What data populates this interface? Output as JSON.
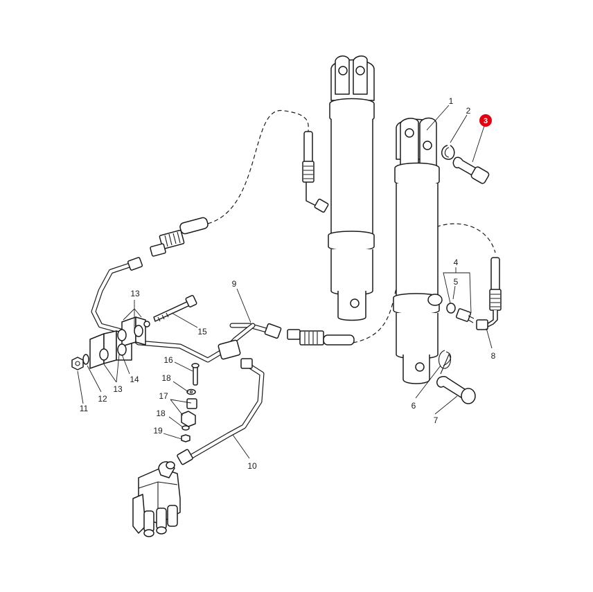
{
  "callouts": [
    {
      "id": "c1",
      "label": "1"
    },
    {
      "id": "c2",
      "label": "2"
    },
    {
      "id": "c3",
      "label": "3",
      "highlighted": true
    },
    {
      "id": "c4",
      "label": "4"
    },
    {
      "id": "c5",
      "label": "5"
    },
    {
      "id": "c6",
      "label": "6"
    },
    {
      "id": "c7",
      "label": "7"
    },
    {
      "id": "c8",
      "label": "8"
    },
    {
      "id": "c9",
      "label": "9"
    },
    {
      "id": "c10",
      "label": "10"
    },
    {
      "id": "c11",
      "label": "11"
    },
    {
      "id": "c12",
      "label": "12"
    },
    {
      "id": "c13a",
      "label": "13"
    },
    {
      "id": "c13b",
      "label": "13"
    },
    {
      "id": "c14",
      "label": "14"
    },
    {
      "id": "c15",
      "label": "15"
    },
    {
      "id": "c16",
      "label": "16"
    },
    {
      "id": "c17",
      "label": "17"
    },
    {
      "id": "c18a",
      "label": "18"
    },
    {
      "id": "c18b",
      "label": "18"
    },
    {
      "id": "c19",
      "label": "19"
    }
  ],
  "colors": {
    "line": "#1a1a1a",
    "highlight": "#e3000f",
    "background": "#ffffff"
  }
}
